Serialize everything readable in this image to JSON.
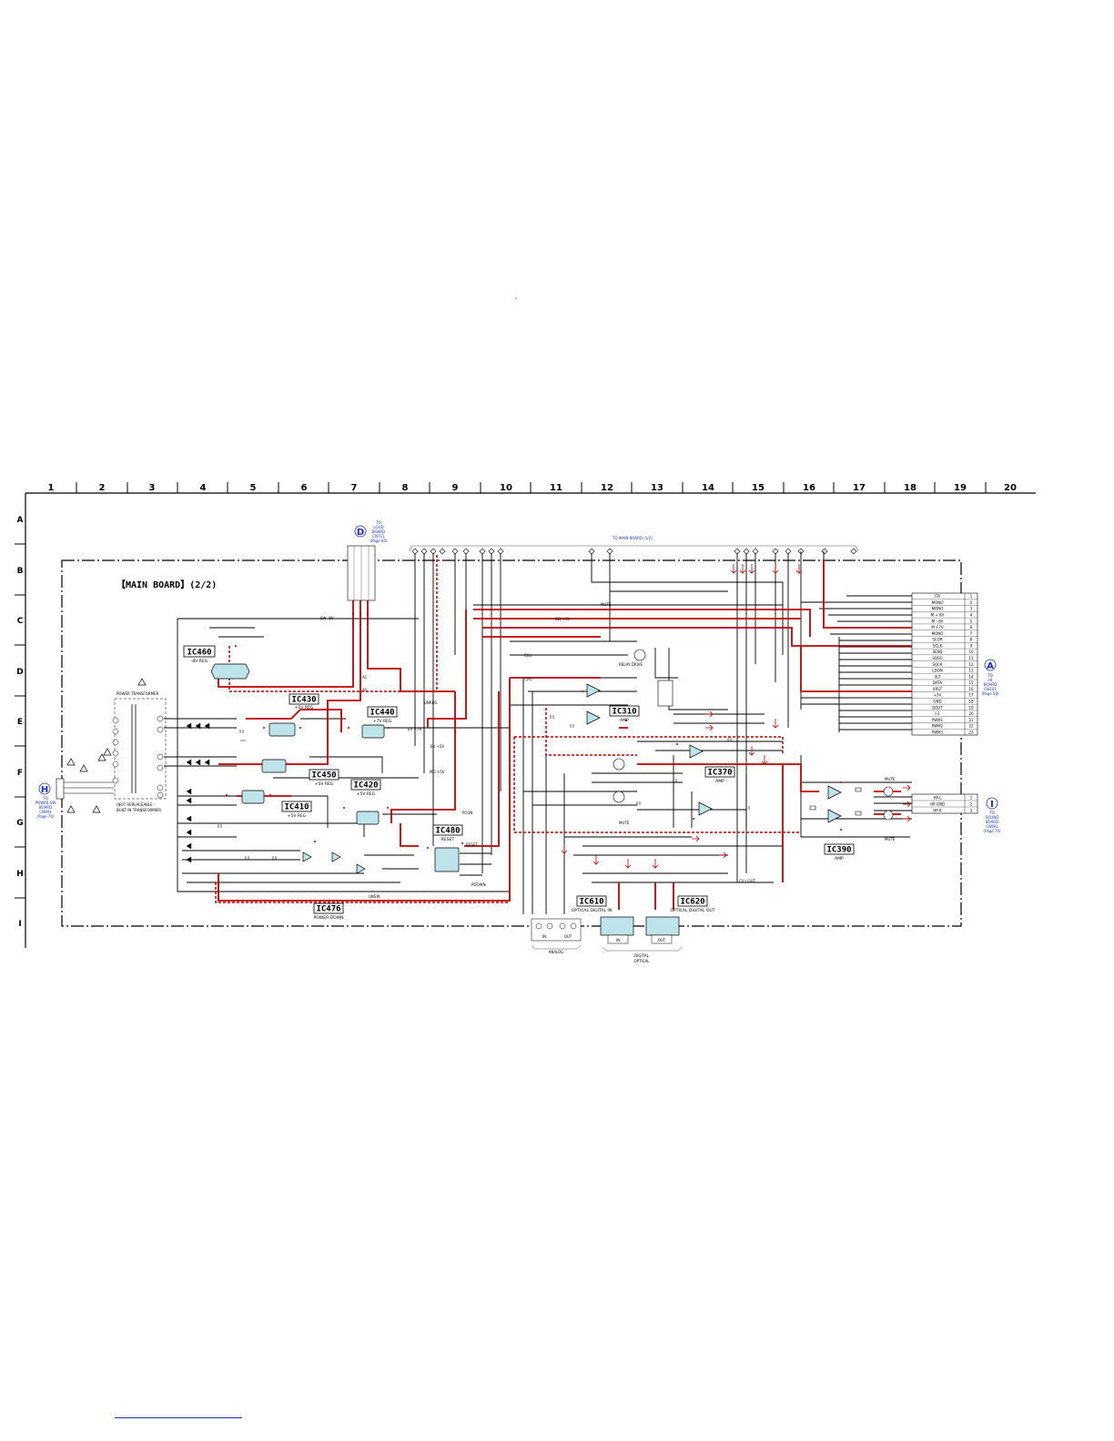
{
  "grid": {
    "columns": [
      "1",
      "2",
      "3",
      "4",
      "5",
      "6",
      "7",
      "8",
      "9",
      "10",
      "11",
      "12",
      "13",
      "14",
      "15",
      "16",
      "17",
      "18",
      "19",
      "20"
    ],
    "rows": [
      "A",
      "B",
      "C",
      "D",
      "E",
      "F",
      "G",
      "H",
      "I"
    ]
  },
  "board_title": "【MAIN BOARD】(2/2)",
  "top_connector_label": "TO MAIN BOARD (1/2)",
  "ic_labels": {
    "ic460": "IC460",
    "ic460_sub": "-8V REG",
    "ic430": "IC430",
    "ic430_sub": "+5V REG",
    "ic440": "IC440",
    "ic440_sub": "+7V REG",
    "ic450": "IC450",
    "ic450_sub": "+5V REG",
    "ic420": "IC420",
    "ic420_sub": "+5V REG",
    "ic410": "IC410",
    "ic410_sub": "+5V REG",
    "ic480": "IC480",
    "ic480_sub": "RESET",
    "ic476": "IC476",
    "ic476_sub": "POWER DOWN",
    "ic310": "IC310",
    "ic310_sub": "AMP",
    "ic370": "IC370",
    "ic370_sub": "AMP",
    "ic390": "IC390",
    "ic390_sub": "AMP",
    "ic610": "IC610",
    "ic610_sub": "OPTICAL DIGITAL IN",
    "ic620": "IC620",
    "ic620_sub": "OPTICAL DIGITAL OUT"
  },
  "blocks": {
    "power_transformer": "POWER TRANSFORMER",
    "not_replaceable_1": "(NOT REPLACEABLE :",
    "not_replaceable_2": "BUILT IN TRANSFORMER)",
    "relay_drive": "RELAY DRIVE",
    "mute_1": "MUTE",
    "mute_2": "MUTE",
    "mute_3": "MUTE",
    "analog": "ANALOG",
    "digital_optical_1": "DIGITAL",
    "digital_optical_2": "OPTICAL",
    "jack_in": "IN",
    "jack_out": "OUT",
    "analog_in": "IN",
    "analog_out": "OUT"
  },
  "connectors": {
    "D": {
      "letter": "D",
      "lines": [
        "TO",
        "LOUD",
        "BOARD",
        "CN711",
        "(Page 60)"
      ]
    },
    "H": {
      "letter": "H",
      "lines": [
        "TO",
        "POWER SW",
        "BOARD",
        "CN901",
        "(Page 70)"
      ]
    },
    "A": {
      "letter": "A",
      "lines": [
        "TO",
        "HI",
        "BOARD",
        "CN101",
        "(Page 58)"
      ]
    },
    "I": {
      "letter": "I",
      "lines": [
        "TO",
        "SOUND",
        "BOARD",
        "CN991",
        "(Page 70)"
      ]
    }
  },
  "right_connector_pins": [
    {
      "name": "ITA",
      "num": "1"
    },
    {
      "name": "MONO",
      "num": "2"
    },
    {
      "name": "MONO",
      "num": "3"
    },
    {
      "name": "M + 8V",
      "num": "4"
    },
    {
      "name": "M - 8V",
      "num": "5"
    },
    {
      "name": "M +7V",
      "num": "6"
    },
    {
      "name": "MONO",
      "num": "7"
    },
    {
      "name": "SCOR",
      "num": "8"
    },
    {
      "name": "SCLK",
      "num": "9"
    },
    {
      "name": "SENS",
      "num": "10"
    },
    {
      "name": "SQSO",
      "num": "11"
    },
    {
      "name": "SQCK",
      "num": "12"
    },
    {
      "name": "LDON",
      "num": "13"
    },
    {
      "name": "XLT",
      "num": "14"
    },
    {
      "name": "DATA",
      "num": "15"
    },
    {
      "name": "XRST",
      "num": "16"
    },
    {
      "name": "+5V",
      "num": "17"
    },
    {
      "name": "GND",
      "num": "18"
    },
    {
      "name": "DOUT",
      "num": "19"
    },
    {
      "name": "I-2",
      "num": "20"
    },
    {
      "name": "PWM1",
      "num": "21"
    },
    {
      "name": "PWM2",
      "num": "22"
    },
    {
      "name": "PWM3",
      "num": "23"
    }
  ],
  "hp_connector_pins": [
    {
      "name": "HP-L",
      "num": "1"
    },
    {
      "name": "HP-GND",
      "num": "2"
    },
    {
      "name": "HP-R",
      "num": "3"
    }
  ],
  "signal_labels": {
    "sw_minus_8v": "SW -8V",
    "ac1": "AC",
    "ac2": "AC",
    "mute_l": "MUTE",
    "unreg": "UNREG",
    "sw_plus_5v": "SW +5V",
    "ev_plus_7v": "EV +7V",
    "ev_5v": "EV +5V",
    "mo_5v": "MO +5V",
    "cl": "C(L)",
    "cr": "C(R)",
    "dout": "C(L) OUT",
    "reset": "RESET",
    "pdown": "PDOWN",
    "pcon": "PCON",
    "unsw": "UNSW"
  }
}
